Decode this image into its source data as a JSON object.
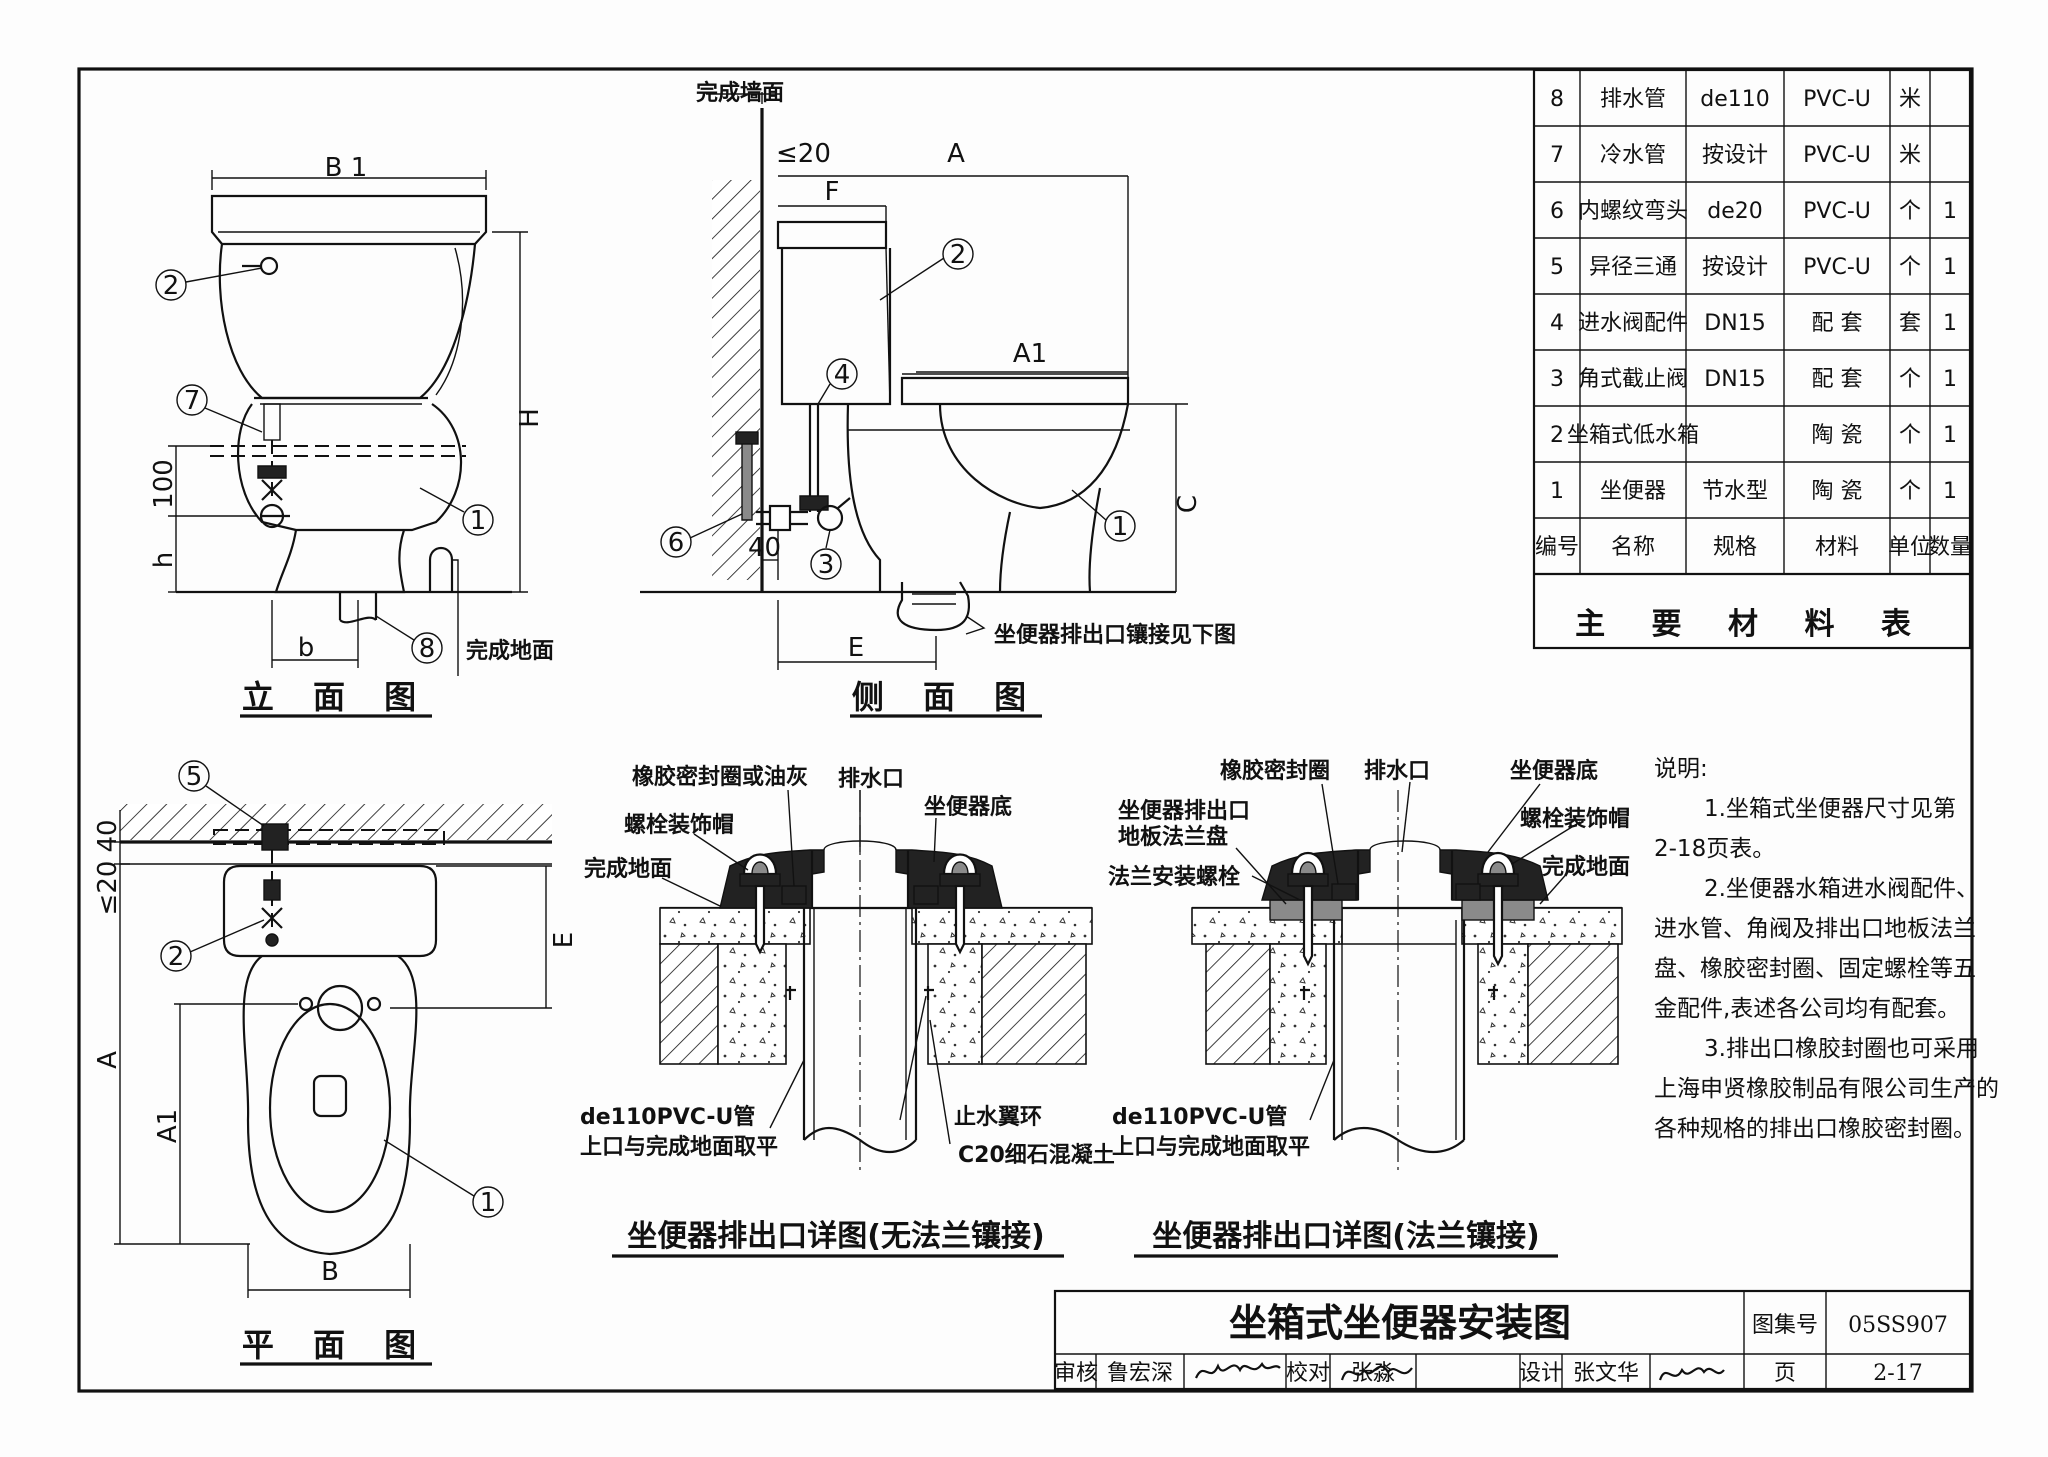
{
  "views": {
    "elevation": {
      "title": "立 面 图",
      "dims": {
        "B1": "B 1",
        "H": "H",
        "h": "h",
        "b": "b",
        "d100": "100"
      },
      "labels": {
        "floor": "完成地面"
      }
    },
    "side": {
      "title": "侧 面 图",
      "dims": {
        "le20": "≤20",
        "A": "A",
        "F": "F",
        "A1": "A1",
        "C": "C",
        "d40": "40",
        "E": "E"
      },
      "labels": {
        "wall": "完成墙面",
        "outlet_note": "坐便器排出口镶接见下图"
      }
    },
    "plan": {
      "title": "平 面 图",
      "dims": {
        "d40": "40",
        "le20": "≤20",
        "E": "E",
        "A": "A",
        "A1": "A1",
        "B": "B"
      }
    }
  },
  "details": {
    "no_flange": {
      "title": "坐便器排出口详图(无法兰镶接)",
      "labels": {
        "seal": "橡胶密封圈或油灰",
        "outlet": "排水口",
        "base": "坐便器底",
        "bolt_cap": "螺栓装饰帽",
        "floor": "完成地面",
        "pipe1": "de110PVC-U管",
        "pipe2": "上口与完成地面取平",
        "ring": "止水翼环",
        "concrete": "C20细石混凝土"
      }
    },
    "flange": {
      "title": "坐便器排出口详图(法兰镶接)",
      "labels": {
        "seal": "橡胶密封圈",
        "outlet": "排水口",
        "base": "坐便器底",
        "flange1": "坐便器排出口",
        "flange2": "地板法兰盘",
        "bolt_cap": "螺栓装饰帽",
        "flange_bolt": "法兰安装螺栓",
        "floor": "完成地面",
        "pipe1": "de110PVC-U管",
        "pipe2": "上口与完成地面取平"
      }
    }
  },
  "materials_table": {
    "title": "主 要 材 料 表",
    "headers": [
      "编号",
      "名称",
      "规格",
      "材料",
      "单位",
      "数量"
    ],
    "rows": [
      {
        "no": "8",
        "name": "排水管",
        "spec": "de110",
        "material": "PVC-U",
        "unit": "米",
        "qty": ""
      },
      {
        "no": "7",
        "name": "冷水管",
        "spec": "按设计",
        "material": "PVC-U",
        "unit": "米",
        "qty": ""
      },
      {
        "no": "6",
        "name": "内螺纹弯头",
        "spec": "de20",
        "material": "PVC-U",
        "unit": "个",
        "qty": "1"
      },
      {
        "no": "5",
        "name": "异径三通",
        "spec": "按设计",
        "material": "PVC-U",
        "unit": "个",
        "qty": "1"
      },
      {
        "no": "4",
        "name": "进水阀配件",
        "spec": "DN15",
        "material": "配 套",
        "unit": "套",
        "qty": "1"
      },
      {
        "no": "3",
        "name": "角式截止阀",
        "spec": "DN15",
        "material": "配 套",
        "unit": "个",
        "qty": "1"
      },
      {
        "no": "2",
        "name": "坐箱式低水箱",
        "spec": "",
        "material": "陶 瓷",
        "unit": "个",
        "qty": "1"
      },
      {
        "no": "1",
        "name": "坐便器",
        "spec": "节水型",
        "material": "陶 瓷",
        "unit": "个",
        "qty": "1"
      }
    ]
  },
  "notes": {
    "heading": "说明:",
    "lines": [
      "1.坐箱式坐便器尺寸见第",
      "2-18页表。",
      "2.坐便器水箱进水阀配件、",
      "进水管、角阀及排出口地板法兰",
      "盘、橡胶密封圈、固定螺栓等五",
      "金配件,表述各公司均有配套。",
      "3.排出口橡胶封圈也可采用",
      "上海申贤橡胶制品有限公司生产的",
      "各种规格的排出口橡胶密封圈。"
    ]
  },
  "title_block": {
    "title": "坐箱式坐便器安装图",
    "atlas_label": "图集号",
    "atlas_no": "05SS907",
    "page_label": "页",
    "page_no": "2-17",
    "review_label": "审核",
    "reviewer": "鲁宏深",
    "check_label": "校对",
    "checker": "张淼",
    "design_label": "设计",
    "designer": "张文华"
  }
}
